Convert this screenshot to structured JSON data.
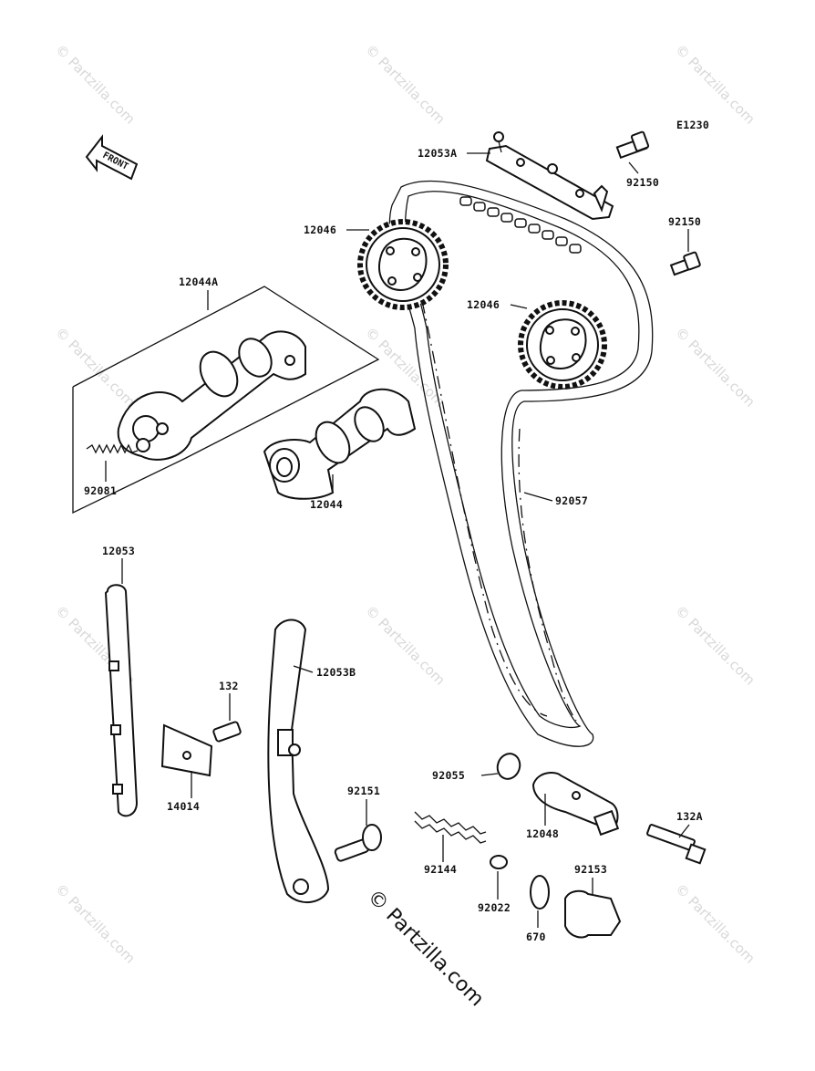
{
  "diagram_code": "E1230",
  "front_label": "FRONT",
  "watermark": "© Partzilla.com",
  "copyright": "© Partzilla.com",
  "callouts": {
    "p12053A": "12053A",
    "p92150a": "92150",
    "p92150b": "92150",
    "p12046a": "12046",
    "p12046b": "12046",
    "p12044A": "12044A",
    "p92081": "92081",
    "p12044": "12044",
    "p92057": "92057",
    "p12053": "12053",
    "p12053B": "12053B",
    "p132": "132",
    "p14014": "14014",
    "p92055": "92055",
    "p92151": "92151",
    "p12048": "12048",
    "p132A": "132A",
    "p92144": "92144",
    "p92153": "92153",
    "p92022": "92022",
    "p670": "670"
  }
}
